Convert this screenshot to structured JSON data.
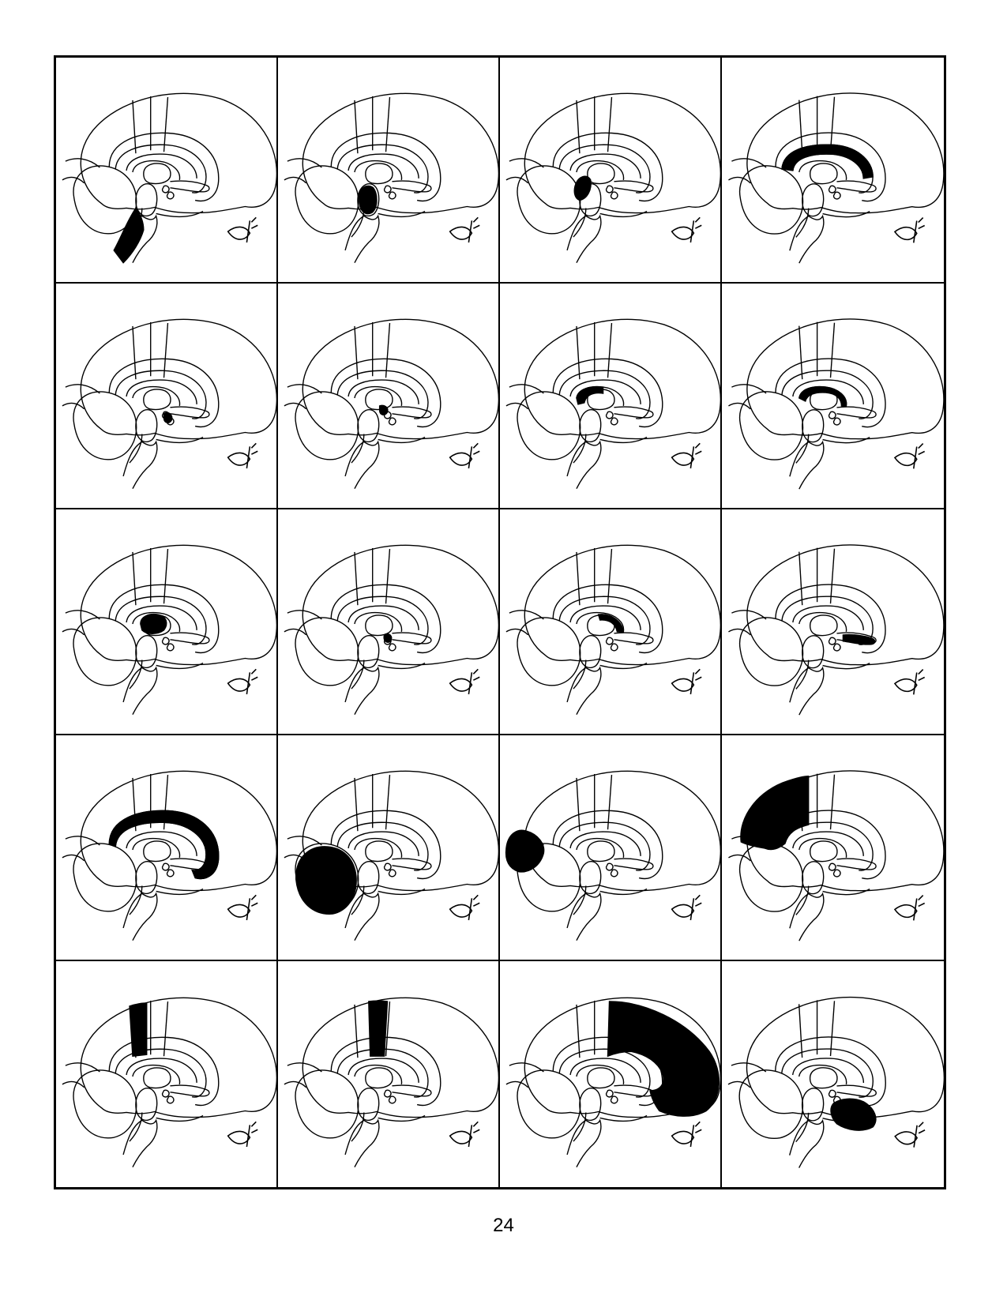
{
  "page": {
    "number": "24"
  },
  "colors": {
    "line": "#000000",
    "fill_highlight": "#000000",
    "background": "#ffffff"
  },
  "grid": {
    "rows": 5,
    "columns": 4,
    "panels": [
      {
        "highlight": "brainstem-lower"
      },
      {
        "highlight": "pons"
      },
      {
        "highlight": "midbrain"
      },
      {
        "highlight": "corpus-callosum-posterior"
      },
      {
        "highlight": "pituitary"
      },
      {
        "highlight": "hypothalamus"
      },
      {
        "highlight": "pineal-thalamus-posterior"
      },
      {
        "highlight": "fornix"
      },
      {
        "highlight": "thalamus"
      },
      {
        "highlight": "mammillary-body"
      },
      {
        "highlight": "fornix-anterior"
      },
      {
        "highlight": "optic-nerve"
      },
      {
        "highlight": "corpus-callosum"
      },
      {
        "highlight": "cerebellum"
      },
      {
        "highlight": "occipital-lobe"
      },
      {
        "highlight": "parietal-lobe"
      },
      {
        "highlight": "postcentral-gyrus"
      },
      {
        "highlight": "precentral-gyrus"
      },
      {
        "highlight": "frontal-lobe"
      },
      {
        "highlight": "temporal-lobe"
      }
    ],
    "icon": "eye-icon"
  }
}
